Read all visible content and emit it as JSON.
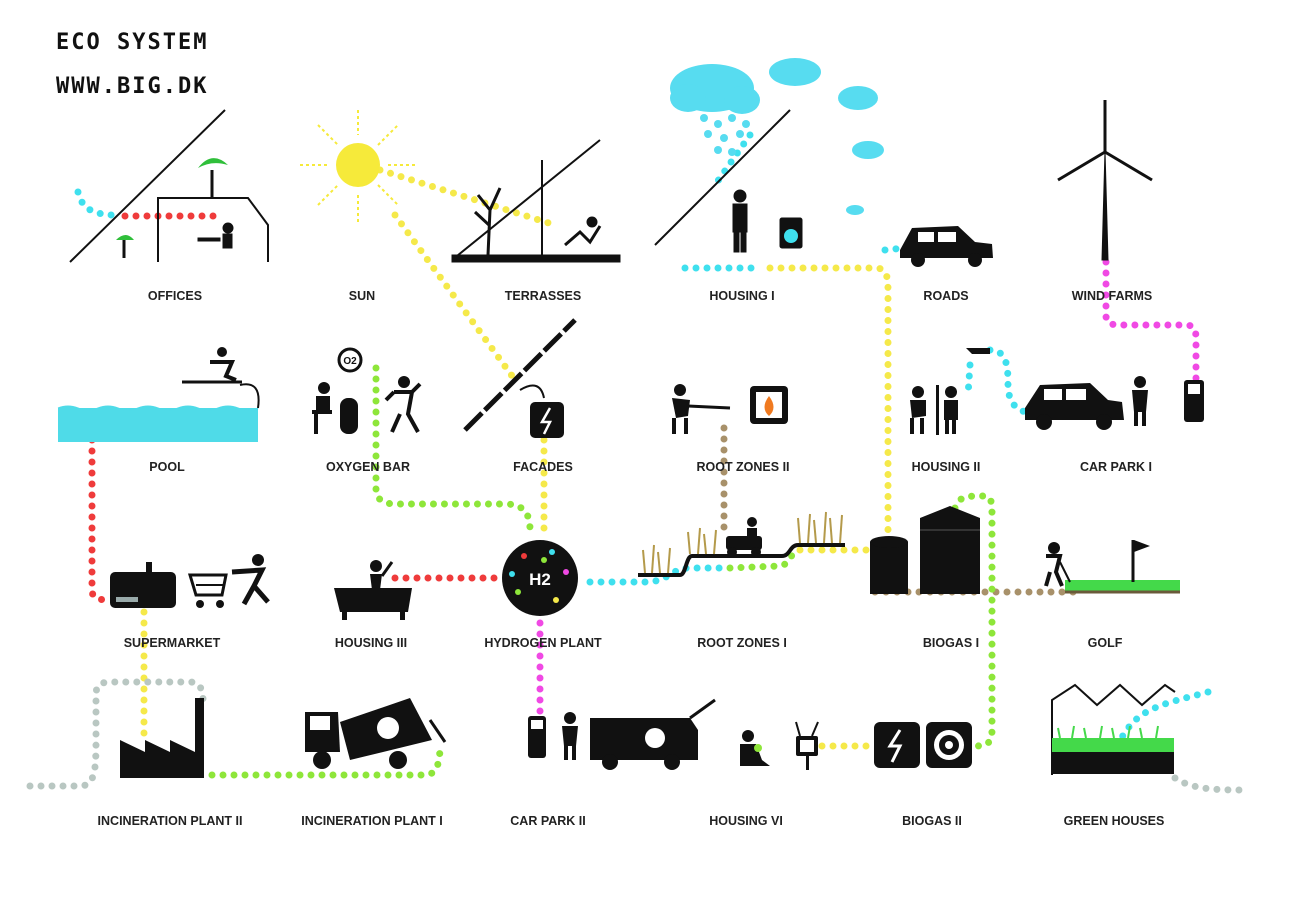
{
  "header": {
    "title": "ECO SYSTEM",
    "url": "WWW.BIG.DK"
  },
  "labels": {
    "offices": "OFFICES",
    "sun": "SUN",
    "terrasses": "TERRASSES",
    "housing_1": "HOUSING I",
    "roads": "ROADS",
    "wind_farms": "WIND FARMS",
    "pool": "POOL",
    "oxygen_bar": "OXYGEN BAR",
    "facades": "FACADES",
    "root_zones_2": "ROOT ZONES II",
    "housing_2": "HOUSING II",
    "car_park_1": "CAR PARK I",
    "supermarket": "SUPERMARKET",
    "housing_3": "HOUSING III",
    "hydrogen_plant": "HYDROGEN PLANT",
    "root_zones_1": "ROOT ZONES I",
    "biogas_1": "BIOGAS I",
    "golf": "GOLF",
    "incineration_plant_2": "INCINERATION PLANT II",
    "incineration_plant_1": "INCINERATION PLANT I",
    "car_park_2": "CAR PARK II",
    "housing_6": "HOUSING VI",
    "biogas_2": "BIOGAS II",
    "green_houses": "GREEN HOUSES"
  },
  "hydrogen_symbol": "H2",
  "oxygen_symbol": "O2",
  "colors": {
    "sun_yellow": "#f5e94a",
    "water_cyan": "#3fe0ee",
    "oxygen_green": "#8ee63a",
    "heat_red": "#ef3b3b",
    "wind_magenta": "#f049e4",
    "soil_brown": "#a8916a",
    "waste_grey": "#b9c7c2",
    "icon_black": "#111111"
  }
}
